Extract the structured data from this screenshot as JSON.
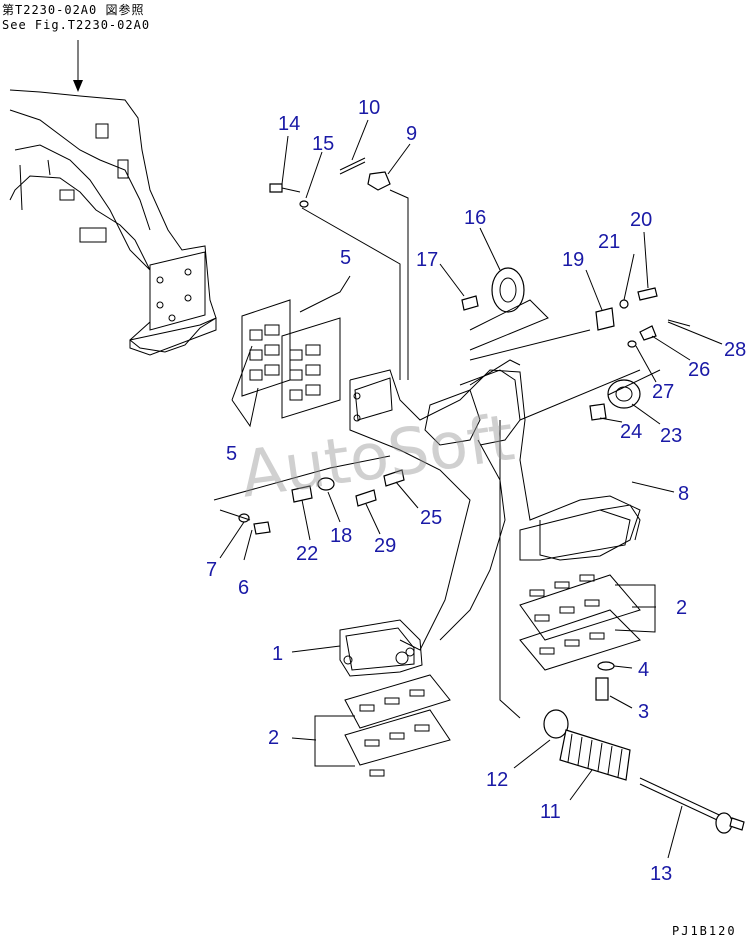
{
  "header": {
    "ref_jp": "第T2230-02A0 図参照",
    "ref_en": "See Fig.T2230-02A0"
  },
  "watermark": "AutoSoft",
  "drawing_code": "PJ1B120",
  "callouts": [
    "1",
    "2",
    "2",
    "3",
    "4",
    "5",
    "5",
    "6",
    "7",
    "8",
    "9",
    "10",
    "11",
    "12",
    "13",
    "14",
    "15",
    "16",
    "17",
    "18",
    "19",
    "20",
    "21",
    "22",
    "23",
    "24",
    "25",
    "26",
    "27",
    "28",
    "29"
  ],
  "colors": {
    "label": "#1a1aa6",
    "line": "#000000"
  }
}
